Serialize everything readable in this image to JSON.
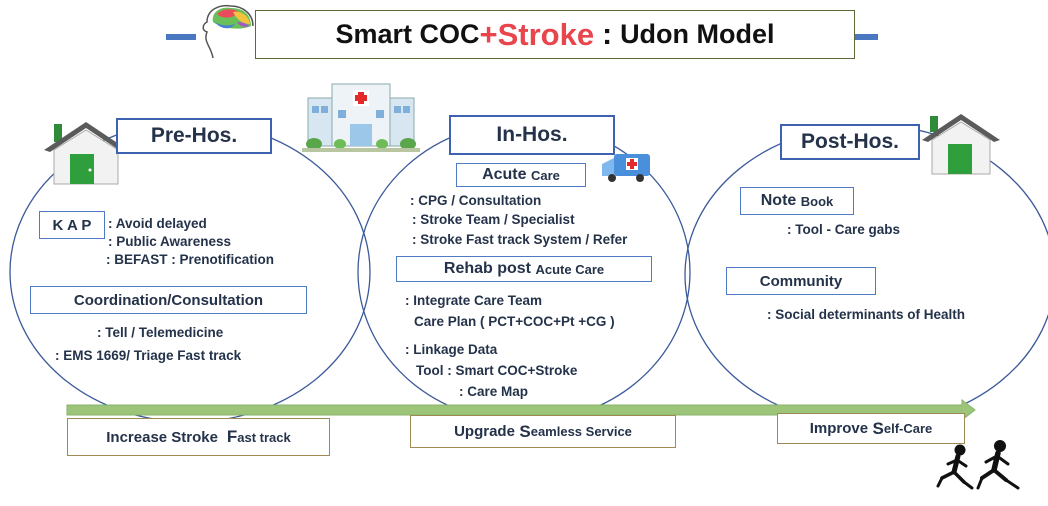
{
  "title": {
    "part1": "Smart COC",
    "part2": "+Stroke",
    "colon": ":",
    "part3": "Udon Model"
  },
  "phases": {
    "pre": "Pre-Hos.",
    "in": "In-Hos.",
    "post": "Post-Hos."
  },
  "pre_hos": {
    "kap_label": "K A P",
    "kap_items": [
      ": Avoid  delayed",
      ": Public Awareness",
      ": BEFAST : Prenotification"
    ],
    "coordination_label": "Coordination/Consultation",
    "coordination_items": [
      ": Tell / Telemedicine",
      ": EMS 1669/ Triage Fast track"
    ]
  },
  "in_hos": {
    "acute_label_big": "Acute",
    "acute_label_small": "Care",
    "acute_items": [
      ": CPG / Consultation",
      ":  Stroke Team / Specialist",
      ": Stroke Fast track  System  / Refer"
    ],
    "rehab_label_big": "Rehab post",
    "rehab_label_small": "Acute Care",
    "rehab_items": [
      ": Integrate  Care  Team",
      "Care Plan ( PCT+COC+Pt +CG )",
      ": Linkage Data",
      "Tool : Smart COC+Stroke",
      ": Care Map"
    ]
  },
  "post_hos": {
    "notebook_big": "Note",
    "notebook_small": "Book",
    "notebook_items": [
      ": Tool -  Care gabs"
    ],
    "community_label": "Community",
    "community_items": [
      ":  Social  determinants of Health"
    ]
  },
  "bottom": {
    "pre_big1": "Increase Stroke",
    "pre_big2": "F",
    "pre_small": "ast track",
    "in_big1": "Upgrade",
    "in_big2": "S",
    "in_small": "eamless Service",
    "post_big1": "Improve",
    "post_big2": "S",
    "post_small": "elf-Care"
  },
  "colors": {
    "accent_red": "#e8454c",
    "frame_blue": "#3f62b0",
    "circle_blue": "#3c5a9a",
    "arrow_green": "#9cc57a",
    "box_brown": "#a08a54"
  },
  "icons": [
    "brain-head-icon",
    "house-icon",
    "hospital-icon",
    "ambulance-icon",
    "runners-icon"
  ]
}
